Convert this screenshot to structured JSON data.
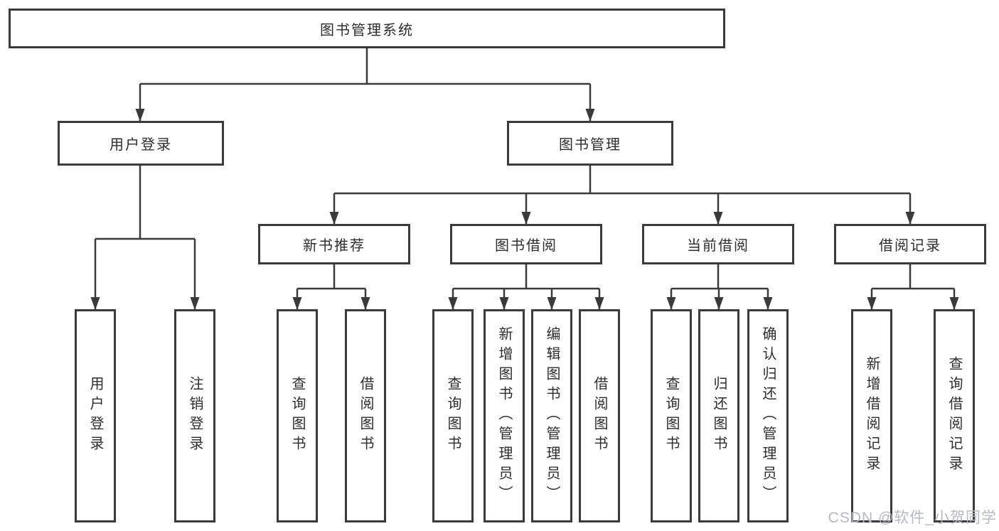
{
  "tree": {
    "root": {
      "label": "图书管理系统",
      "children": [
        {
          "label": "用户登录",
          "children": [
            {
              "label": "用户登录"
            },
            {
              "label": "注销登录"
            }
          ]
        },
        {
          "label": "图书管理",
          "children": [
            {
              "label": "新书推荐",
              "children": [
                {
                  "label": "查询图书"
                },
                {
                  "label": "借阅图书"
                }
              ]
            },
            {
              "label": "图书借阅",
              "children": [
                {
                  "label": "查询图书"
                },
                {
                  "label": "新增图书（管理员）"
                },
                {
                  "label": "编辑图书（管理员）"
                },
                {
                  "label": "借阅图书"
                }
              ]
            },
            {
              "label": "当前借阅",
              "children": [
                {
                  "label": "查询图书"
                },
                {
                  "label": "归还图书"
                },
                {
                  "label": "确认归还（管理员）"
                }
              ]
            },
            {
              "label": "借阅记录",
              "children": [
                {
                  "label": "新增借阅记录"
                },
                {
                  "label": "查询借阅记录"
                }
              ]
            }
          ]
        }
      ]
    }
  },
  "watermark": {
    "text": "CSDN @软件_小贺同学"
  },
  "colors": {
    "line": "#3a3a3a",
    "text": "#2d2d2d",
    "watermark": "#b5b9c1",
    "background": "#ffffff"
  }
}
